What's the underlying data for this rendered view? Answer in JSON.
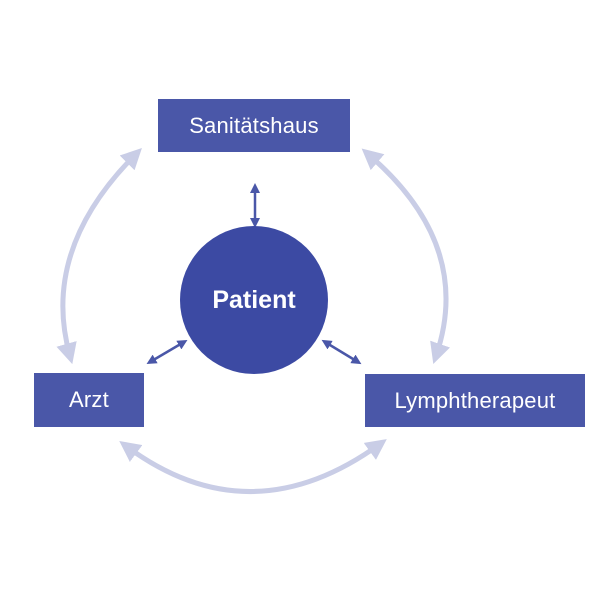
{
  "colors": {
    "node_fill": "#4a57a8",
    "center_fill": "#3c4aa3",
    "outer_arrow": "#c9cde6",
    "inner_arrow": "#4a57a8"
  },
  "center": {
    "label": "Patient"
  },
  "nodes": {
    "top": {
      "label": "Sanitätshaus"
    },
    "left": {
      "label": "Arzt"
    },
    "right": {
      "label": "Lymphtherapeut"
    }
  }
}
